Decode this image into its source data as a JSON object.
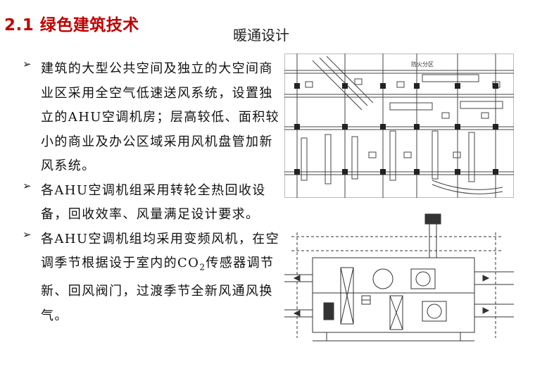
{
  "slide": {
    "title": "2.1 绿色建筑技术",
    "subtitle": "暖通设计"
  },
  "bullets": [
    {
      "text": "建筑的大型公共空间及独立的大空间商业区采用全空气低速送风系统，设置独立的AHU空调机房；层高较低、面积较小的商业及办公区域采用风机盘管加新风系统。"
    },
    {
      "text": "各AHU空调机组采用转轮全热回收设备，回收效率、风量满足设计要求。"
    },
    {
      "text_before": "各AHU空调机组均采用变频风机，在空调季节根据设于室内的CO",
      "subscript": "2",
      "text_after": "传感器调节新、回风阀门，过渡季节全新风通风换气。"
    }
  ],
  "figures": {
    "floor_plan": {
      "label": "防火分区"
    },
    "ahu_schematic": {}
  },
  "colors": {
    "title": "#c00000",
    "text": "#111111",
    "drawing": "#333333"
  }
}
